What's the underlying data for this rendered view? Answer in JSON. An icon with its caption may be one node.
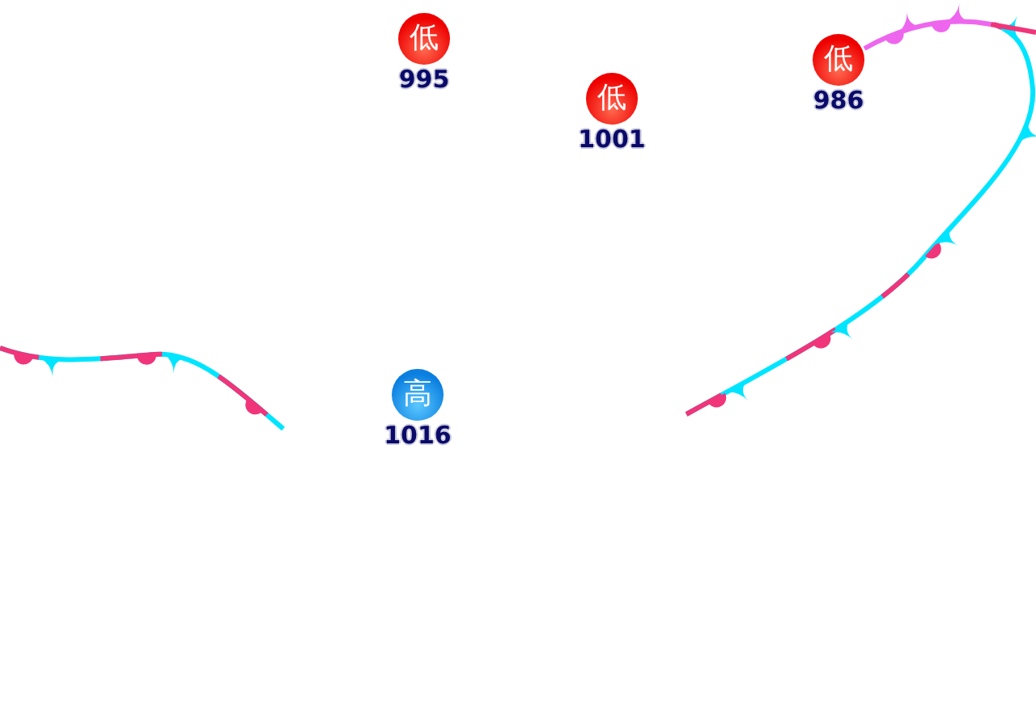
{
  "diagram": {
    "nodes": [
      {
        "text": [
          "低"
        ],
        "beside": [
          "995"
        ]
      },
      {
        "text": [
          "低"
        ],
        "beside": [
          "986"
        ]
      },
      {
        "text": [
          "低"
        ],
        "beside": [
          "1001"
        ]
      },
      {
        "text": [
          "高"
        ],
        "beside": [
          "1016"
        ]
      }
    ]
  }
}
